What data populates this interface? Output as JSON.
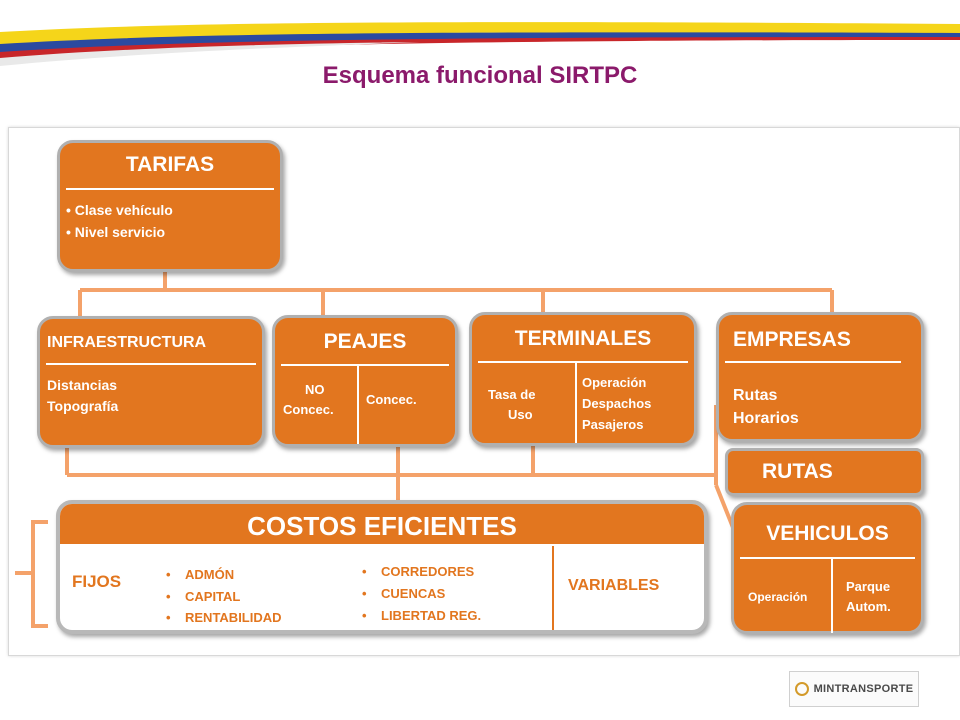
{
  "page": {
    "title": "Esquema funcional SIRTPC"
  },
  "brand": {
    "logo_text": "MINTRANSPORTE",
    "colors": {
      "orange": "#e2761f",
      "title": "#8b1a6b",
      "yellow": "#f5d51a",
      "blue": "#2b4aa0",
      "red": "#c8262a"
    }
  },
  "diagram": {
    "tarifas": {
      "title": "TARIFAS",
      "items": [
        "Clase vehículo",
        "Nivel servicio"
      ]
    },
    "infraestructura": {
      "title": "INFRAESTRUCTURA",
      "lines": [
        "Distancias",
        "Topografía"
      ]
    },
    "peajes": {
      "title": "PEAJES",
      "left": [
        "NO",
        "Concec."
      ],
      "right": "Concec."
    },
    "terminales": {
      "title": "TERMINALES",
      "left": [
        "Tasa de",
        "Uso"
      ],
      "right": [
        "Operación",
        "Despachos",
        "Pasajeros"
      ]
    },
    "empresas": {
      "title": "EMPRESAS",
      "lines": [
        "Rutas",
        "Horarios"
      ]
    },
    "rutas": {
      "title": "RUTAS"
    },
    "vehiculos": {
      "title": "VEHICULOS",
      "left": "Operación",
      "right": [
        "Parque",
        "Autom."
      ]
    },
    "costos": {
      "title": "COSTOS EFICIENTES",
      "fijos": "FIJOS",
      "col1": [
        "ADMÓN",
        "CAPITAL",
        "RENTABILIDAD"
      ],
      "col2": [
        "CORREDORES",
        "CUENCAS",
        "LIBERTAD REG."
      ],
      "variables": "VARIABLES"
    }
  }
}
